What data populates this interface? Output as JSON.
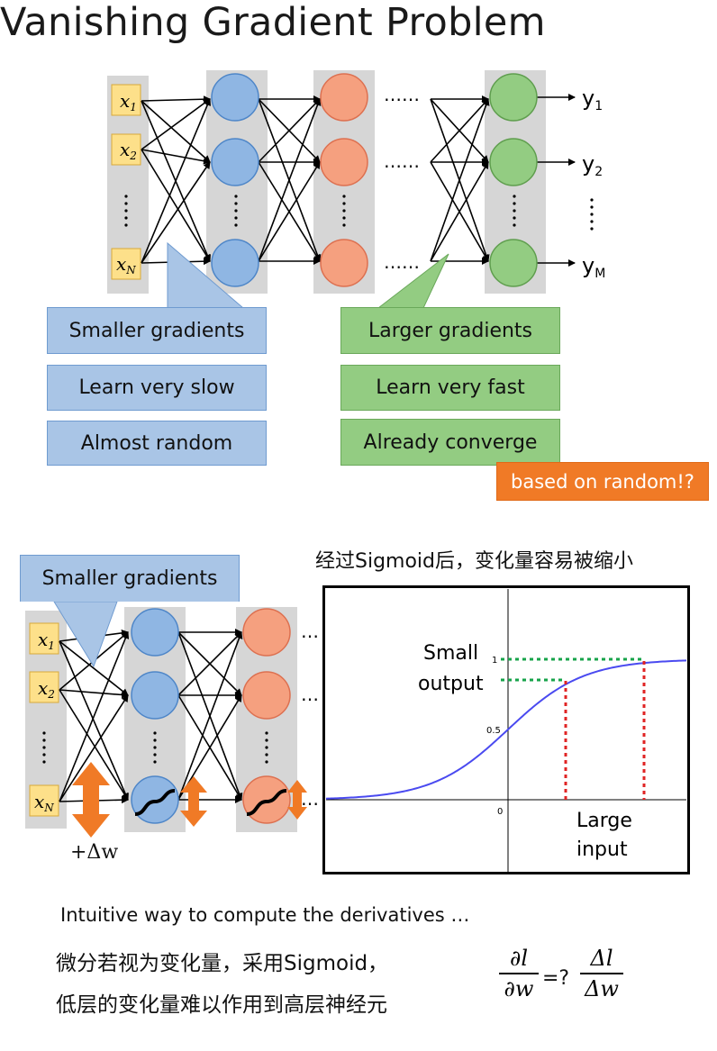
{
  "title": "Vanishing Gradient Problem",
  "top_network": {
    "inputs": [
      "x1",
      "x2",
      "xN"
    ],
    "outputs": [
      "y1",
      "y2",
      "yM"
    ],
    "ellipsis": "……"
  },
  "left_boxes": [
    "Smaller gradients",
    "Learn very slow",
    "Almost random"
  ],
  "right_boxes": [
    "Larger gradients",
    "Learn very fast",
    "Already converge"
  ],
  "orange_note": "based on random!?",
  "bottom_network": {
    "callout": "Smaller gradients",
    "delta_w": "+Δw",
    "ellipsis": "…"
  },
  "sigmoid_caption": "经过Sigmoid后，变化量容易被缩小",
  "plot": {
    "label_small_output": [
      "Small",
      "output"
    ],
    "label_large_input": [
      "Large",
      "input"
    ],
    "tick_1": "1",
    "tick_05": "0.5",
    "tick_0": "0",
    "curve_color": "#4a4af0"
  },
  "intuitive": "Intuitive way to compute the derivatives …",
  "chinese_line1": "微分若视为变化量，采用Sigmoid，",
  "chinese_line2": "低层的变化量难以作用到高层神经元",
  "formula": {
    "lhs_num": "∂l",
    "lhs_den": "∂w",
    "rel": "=?",
    "rhs_num": "Δl",
    "rhs_den": "Δw"
  }
}
